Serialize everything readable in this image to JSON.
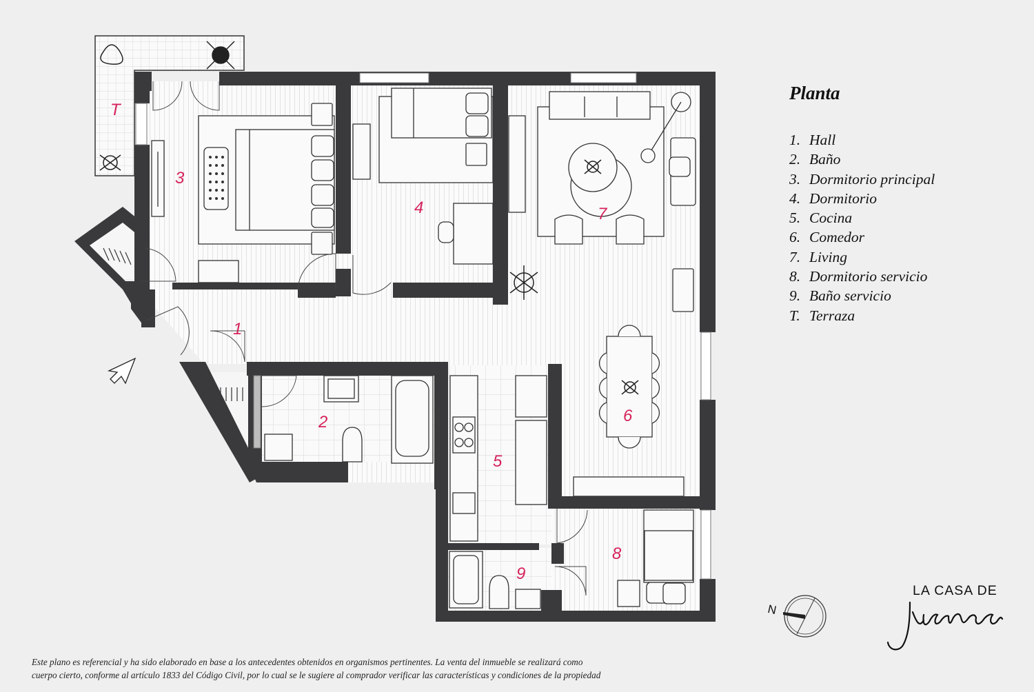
{
  "legend": {
    "title": "Planta",
    "items": [
      {
        "num": "1.",
        "label": "Hall"
      },
      {
        "num": "2.",
        "label": "Baño"
      },
      {
        "num": "3.",
        "label": "Dormitorio principal"
      },
      {
        "num": "4.",
        "label": "Dormitorio"
      },
      {
        "num": "5.",
        "label": "Cocina"
      },
      {
        "num": "6.",
        "label": "Comedor"
      },
      {
        "num": "7.",
        "label": "Living"
      },
      {
        "num": "8.",
        "label": "Dormitorio servicio"
      },
      {
        "num": "9.",
        "label": "Baño servicio"
      },
      {
        "num": "T.",
        "label": "Terraza"
      }
    ]
  },
  "rooms": {
    "hall": "1",
    "bano": "2",
    "dormitorio_principal": "3",
    "dormitorio": "4",
    "cocina": "5",
    "comedor": "6",
    "living": "7",
    "dormitorio_servicio": "8",
    "bano_servicio": "9",
    "terraza": "T"
  },
  "compass": {
    "north_label": "N"
  },
  "brand": {
    "line1": "LA CASA DE",
    "script": "Juana"
  },
  "disclaimer": {
    "line1": "Este plano es referencial y ha sido elaborado en base a los antecedentes obtenidos en organismos pertinentes.  La venta del inmueble se realizará como",
    "line2": "cuerpo cierto,  conforme al artículo 1833 del Código Civil, por lo cual se le sugiere al comprador verificar las características y condiciones de la propiedad"
  },
  "colors": {
    "wall": "#3a3a3c",
    "label": "#d6245b",
    "background": "#efefef",
    "floor": "#fbfbfb"
  },
  "icons": [
    "compass-icon",
    "entrance-arrow-icon",
    "plant-icon",
    "brand-logo"
  ]
}
